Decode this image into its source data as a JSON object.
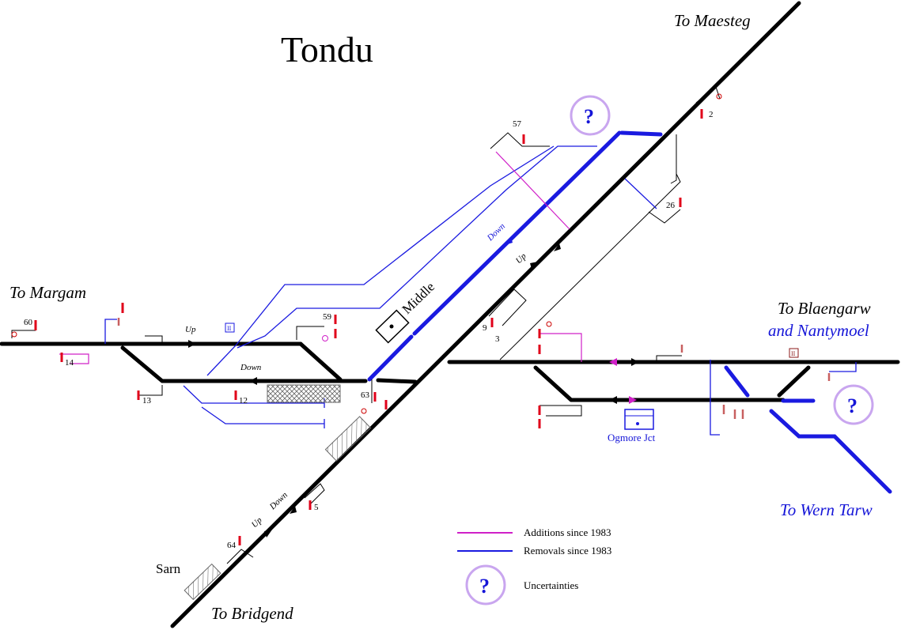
{
  "title": "Tondu",
  "destinations": {
    "maesteg": "To Maesteg",
    "margam": "To Margam",
    "blaengarw": "To Blaengarw",
    "nantymoel": "and Nantymoel",
    "wern_tarw": "To Wern Tarw",
    "bridgend": "To Bridgend"
  },
  "boxes": {
    "middle": "Middle",
    "ogmore": "Ogmore Jct",
    "sarn": "Sarn"
  },
  "directions": {
    "margam_up": "Up",
    "margam_down": "Down",
    "maesteg_up": "Up",
    "maesteg_down": "Down",
    "bridgend_up": "Up",
    "bridgend_down": "Down"
  },
  "signals": {
    "s60": "60",
    "s14": "14",
    "s13": "13",
    "s12": "12",
    "s59": "59",
    "s57": "57",
    "s63": "63",
    "s2": "2",
    "s26": "26",
    "s9": "9",
    "s3": "3",
    "s5": "5",
    "s64": "64"
  },
  "ground_frame_symbol": "II",
  "uncertainty_symbol": "?",
  "legend": {
    "additions": "Additions since 1983",
    "removals": "Removals since 1983",
    "uncertainties": "Uncertainties"
  },
  "colors": {
    "track": "#000000",
    "removed": "#1a1ae0",
    "added": "#d020c8",
    "signal": "#e0001a",
    "uncertainty": "#c9a6ef"
  }
}
